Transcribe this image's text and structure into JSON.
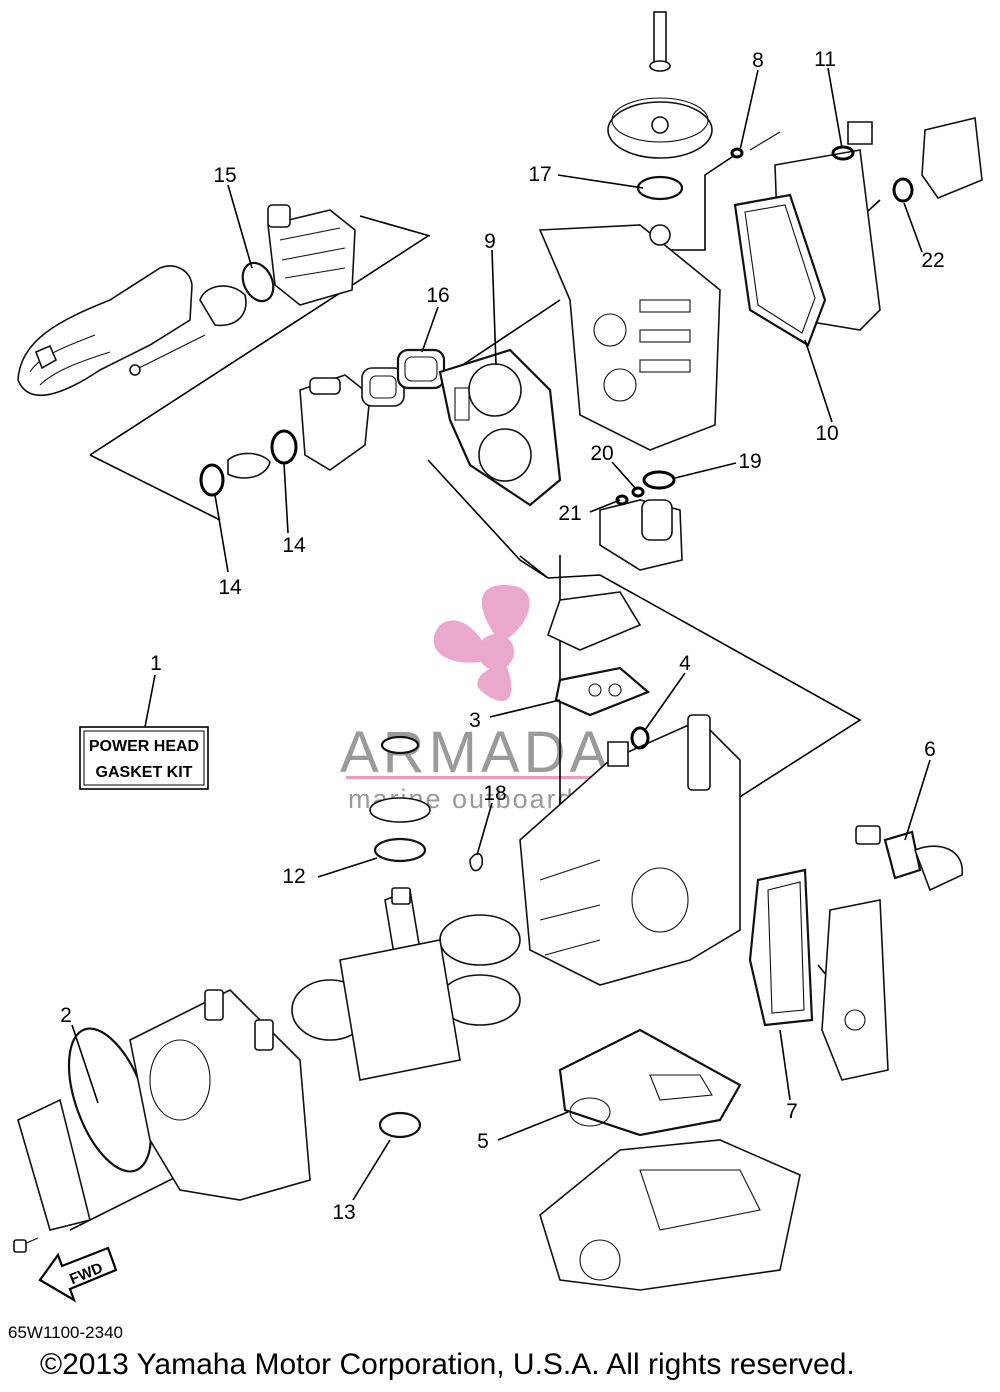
{
  "diagram": {
    "callouts": [
      "1",
      "2",
      "3",
      "4",
      "5",
      "6",
      "7",
      "8",
      "9",
      "10",
      "11",
      "12",
      "13",
      "14",
      "14",
      "15",
      "16",
      "17",
      "18",
      "19",
      "20",
      "21",
      "22"
    ],
    "kit_label": {
      "line1": "POWER HEAD",
      "line2": "GASKET KIT"
    },
    "fwd_arrow": "FWD",
    "part_number": "65W1100-2340",
    "copyright": "©2013 Yamaha Motor Corporation, U.S.A. All rights reserved."
  },
  "watermark": {
    "brand": "ARMADA",
    "tagline": "marine outboards",
    "colors": {
      "accent": "#e69ac4",
      "text": "#9a9a9a"
    },
    "icon": "propeller-icon"
  }
}
